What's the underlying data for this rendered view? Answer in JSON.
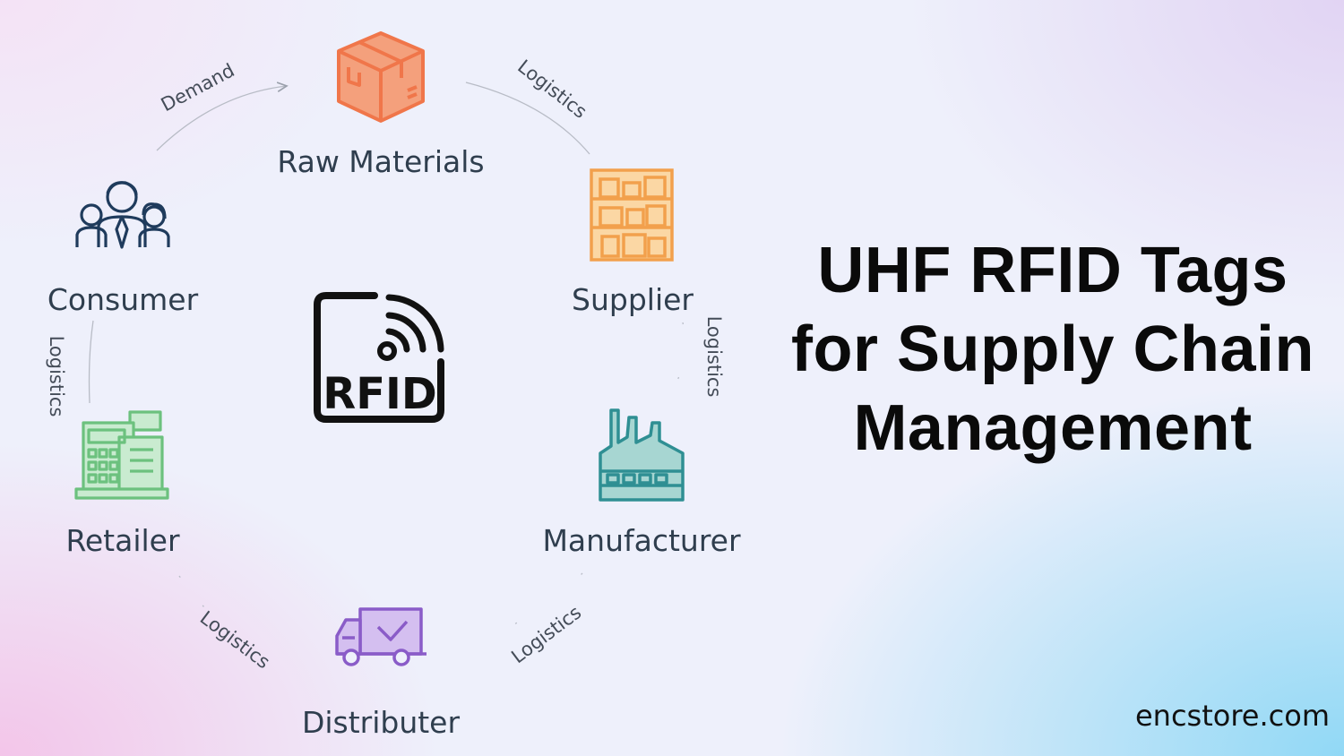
{
  "title": {
    "line1": "UHF RFID Tags",
    "line2": "for Supply Chain",
    "line3": "Management"
  },
  "website": "encstore.com",
  "center": {
    "icon": "rfid-tag-icon",
    "label": "RFID"
  },
  "nodes": {
    "raw_materials": {
      "label": "Raw Materials",
      "icon": "package-box-icon",
      "color": "#f0764a"
    },
    "supplier": {
      "label": "Supplier",
      "icon": "warehouse-shelves-icon",
      "color": "#f2a04c"
    },
    "manufacturer": {
      "label": "Manufacturer",
      "icon": "factory-icon",
      "color": "#2f8f93"
    },
    "distributer": {
      "label": "Distributer",
      "icon": "delivery-truck-icon",
      "color": "#8a5cc8"
    },
    "retailer": {
      "label": "Retailer",
      "icon": "cash-register-icon",
      "color": "#6cc17e"
    },
    "consumer": {
      "label": "Consumer",
      "icon": "people-group-icon",
      "color": "#1f3b5c"
    }
  },
  "edges": {
    "demand": "Demand",
    "raw_to_supplier": "Logistics",
    "supplier_to_manufacturer": "Logistics",
    "manufacturer_to_distributer": "Logistics",
    "distributer_to_retailer": "Logistics",
    "retailer_to_consumer": "Logistics"
  }
}
